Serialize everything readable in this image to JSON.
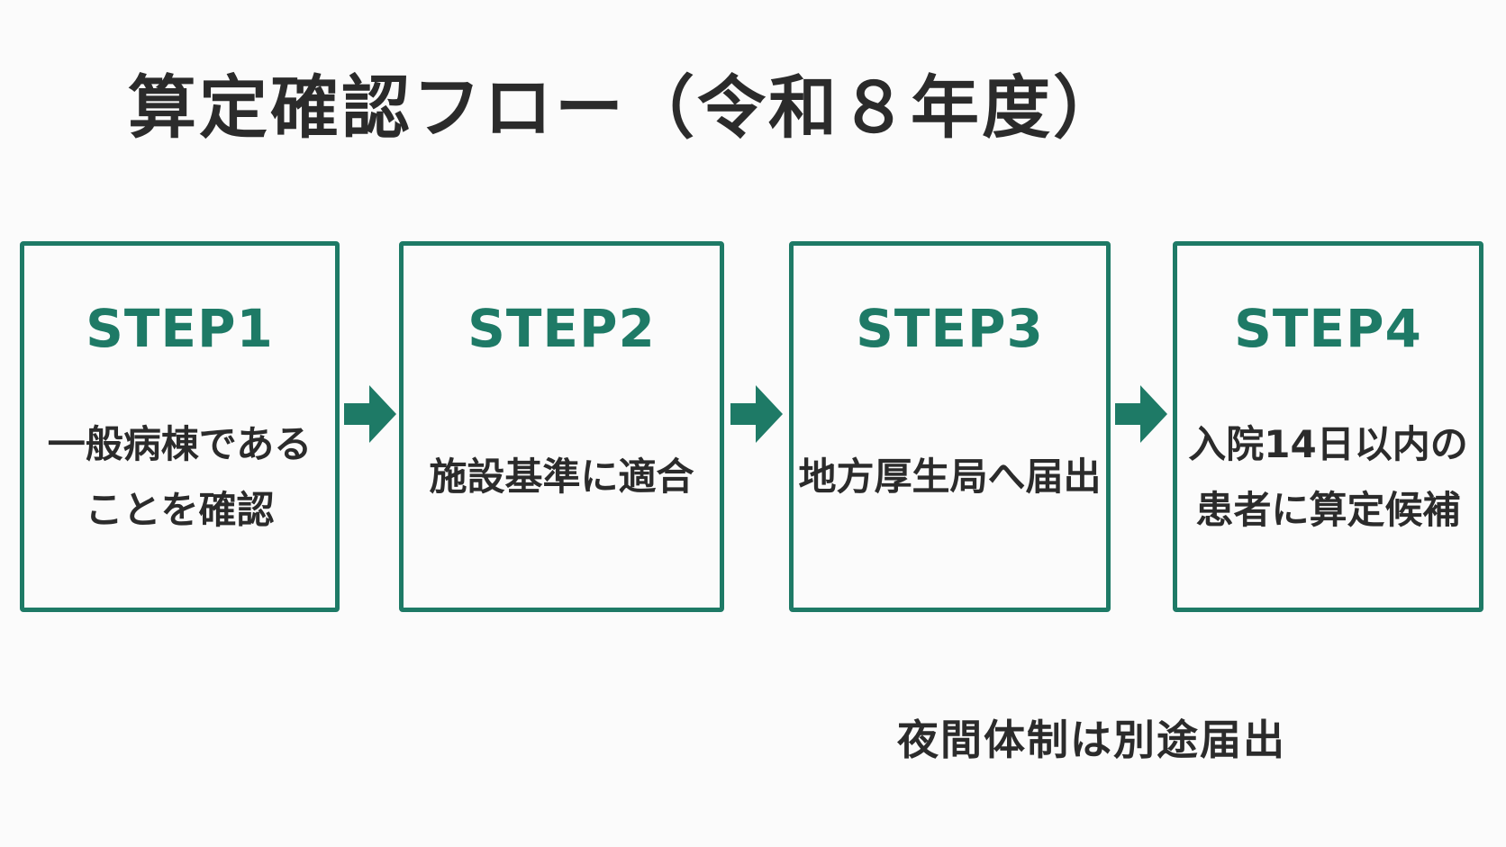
{
  "title": "算定確認フロー（令和８年度）",
  "steps": [
    {
      "label": "STEP1",
      "lines": [
        "一般病棟である",
        "ことを確認"
      ]
    },
    {
      "label": "STEP2",
      "lines": [
        "施設基準に適合"
      ]
    },
    {
      "label": "STEP3",
      "lines": [
        "地方厚生局へ届出"
      ]
    },
    {
      "label": "STEP4",
      "lines": [
        "入院14日以内の",
        "患者に算定候補"
      ]
    }
  ],
  "footnote": "夜間体制は別途届出",
  "colors": {
    "accent": "#1e7a66",
    "text": "#2b2b2b",
    "background": "#fbfbfb"
  },
  "icons": [
    "arrow-right-icon"
  ]
}
